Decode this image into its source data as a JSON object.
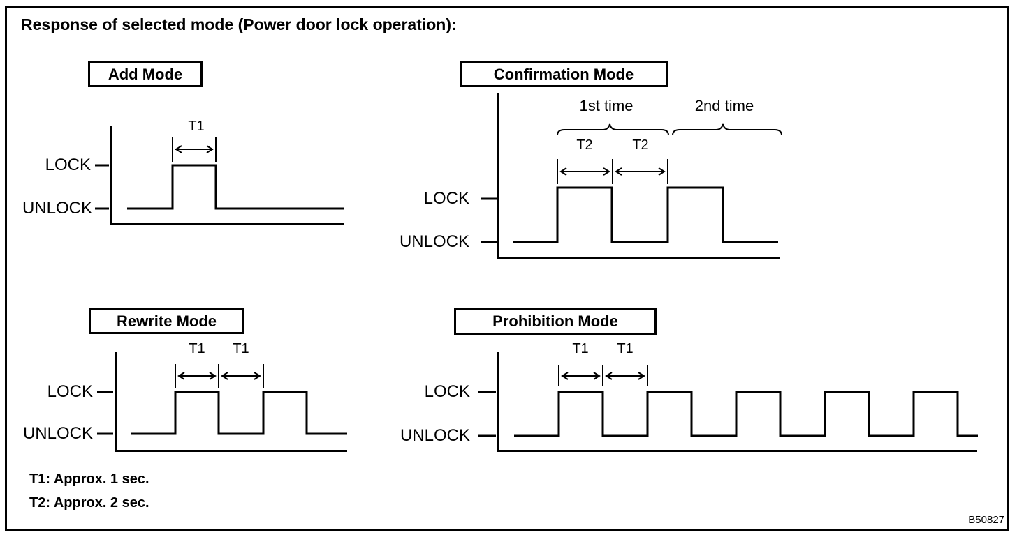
{
  "figure": {
    "title": "Response of selected mode (Power door lock operation):",
    "code": "B50827"
  },
  "colors": {
    "line": "#000000",
    "background": "#ffffff"
  },
  "panels": {
    "add": {
      "title": "Add Mode",
      "lock_label": "LOCK",
      "unlock_label": "UNLOCK",
      "t1_label": "T1"
    },
    "confirmation": {
      "title": "Confirmation Mode",
      "first_time_label": "1st time",
      "second_time_label": "2nd time",
      "t2_label_1": "T2",
      "t2_label_2": "T2",
      "lock_label": "LOCK",
      "unlock_label": "UNLOCK"
    },
    "rewrite": {
      "title": "Rewrite Mode",
      "t1_label_1": "T1",
      "t1_label_2": "T1",
      "lock_label": "LOCK",
      "unlock_label": "UNLOCK"
    },
    "prohibition": {
      "title": "Prohibition Mode",
      "t1_label_1": "T1",
      "t1_label_2": "T1",
      "lock_label": "LOCK",
      "unlock_label": "UNLOCK"
    }
  },
  "notes": {
    "t1": "T1: Approx. 1 sec.",
    "t2": "T2: Approx. 2 sec."
  }
}
